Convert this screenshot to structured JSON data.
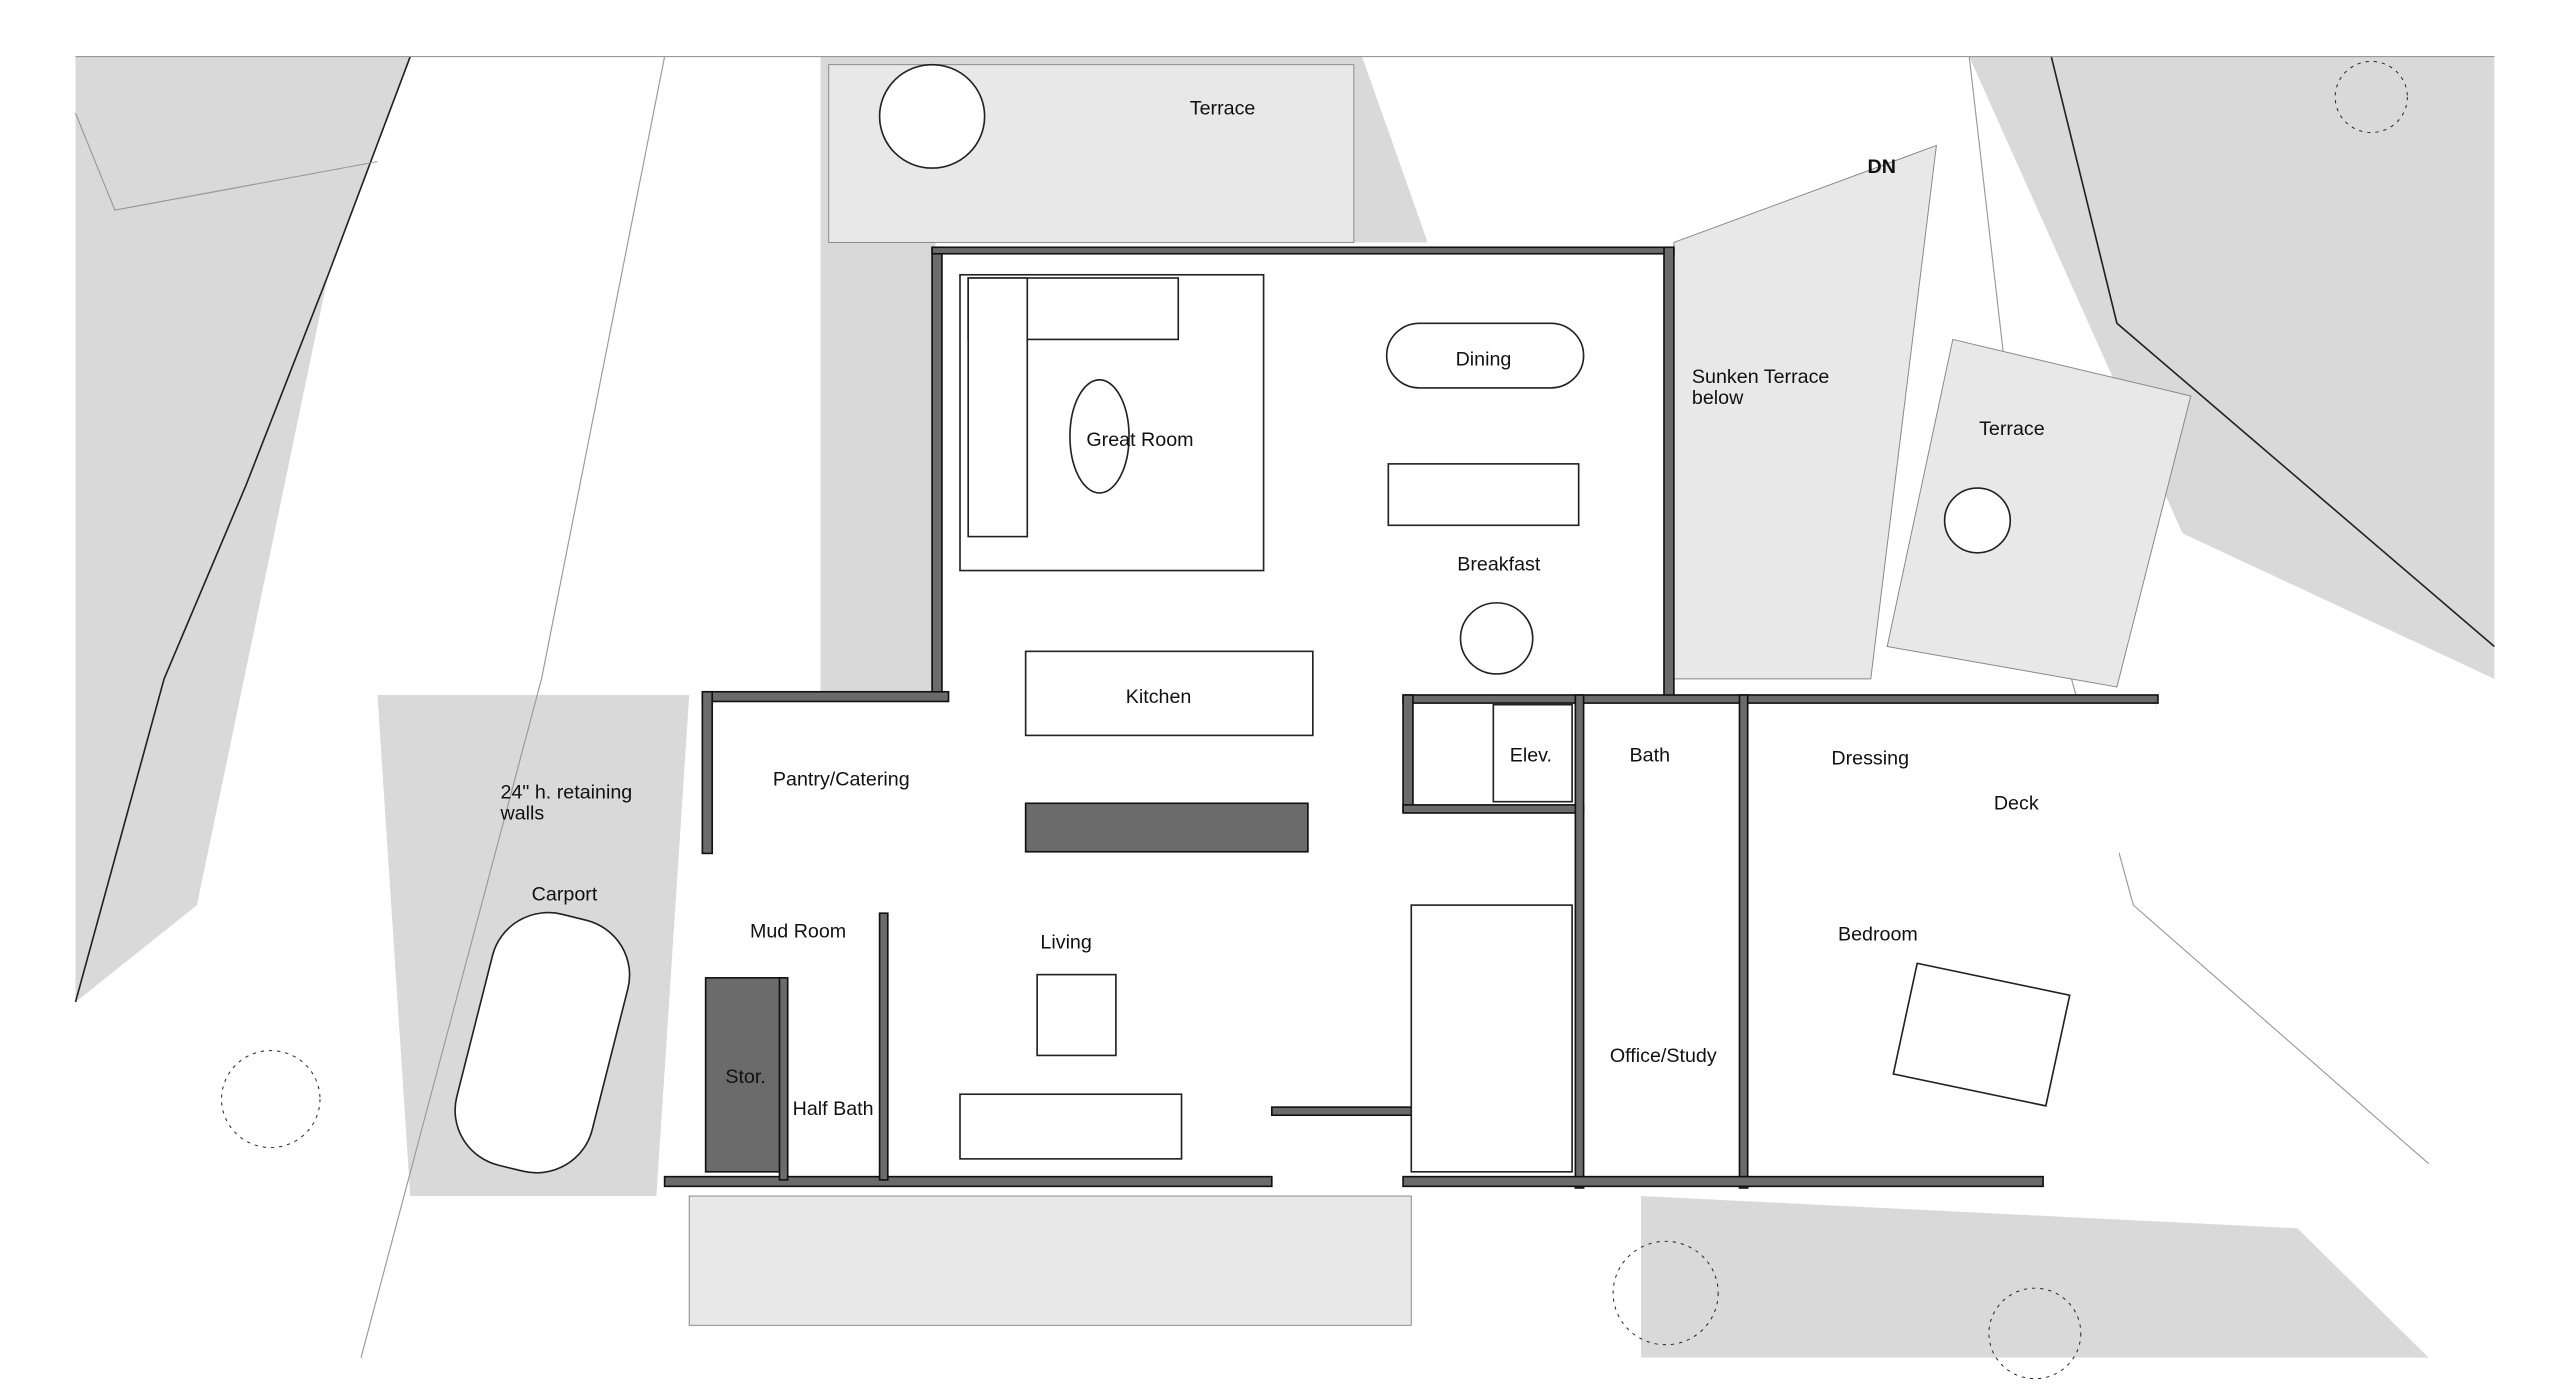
{
  "plan": {
    "rooms": {
      "terrace_north": "Terrace",
      "dn": "DN",
      "sunken_terrace_1": "Sunken Terrace",
      "sunken_terrace_2": "below",
      "terrace_east": "Terrace",
      "dining": "Dining",
      "great_room": "Great Room",
      "breakfast": "Breakfast",
      "kitchen": "Kitchen",
      "pantry": "Pantry/Catering",
      "retaining_1": "24\" h. retaining",
      "retaining_2": "walls",
      "carport": "Carport",
      "mud_room": "Mud Room",
      "living": "Living",
      "storage": "Stor.",
      "half_bath": "Half Bath",
      "elevator": "Elev.",
      "bath": "Bath",
      "dressing": "Dressing",
      "deck": "Deck",
      "bedroom": "Bedroom",
      "office": "Office/Study"
    },
    "colors": {
      "wall": "#6b6b6b",
      "shadow": "#d9d9d9",
      "line": "#222222"
    }
  }
}
